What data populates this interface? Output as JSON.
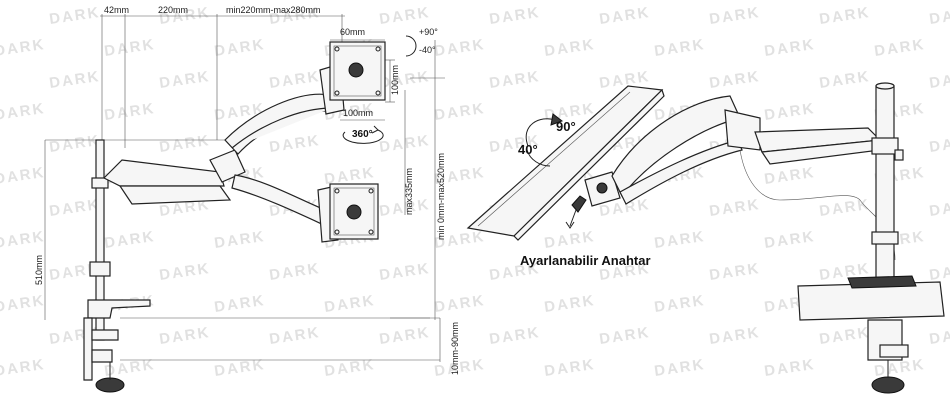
{
  "watermark_text": "DARK",
  "dimensions": {
    "top_left": "42mm",
    "top_mid": "220mm",
    "top_right": "min220mm-max280mm",
    "vesa_width": "60mm",
    "vesa_height": "100mm",
    "vesa_width_large": "100mm",
    "tilt_up": "+90°",
    "tilt_down": "-40°",
    "rotation": "360°",
    "max_arm": "max335mm",
    "height_range": "min 0mm-max520mm",
    "pole_height": "510mm",
    "clamp_range": "10mm-90mm"
  },
  "right_view": {
    "angle_90": "90°",
    "angle_40": "40°",
    "caption": "Ayarlanabilir Anahtar"
  },
  "colors": {
    "line": "#222222",
    "watermark": "#c9c9c9",
    "background": "#ffffff"
  }
}
